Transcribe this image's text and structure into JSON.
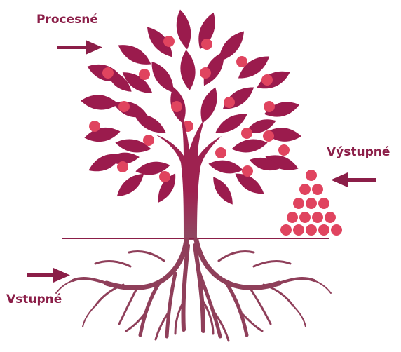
{
  "labels": {
    "process": "Procesné",
    "output": "Výstupné",
    "input": "Vstupné"
  },
  "colors": {
    "leaf": "#9b1b4d",
    "fruit": "#e0445f",
    "trunk": "#9e2250",
    "root": "#8f3f5a",
    "ground": "#8b1e48",
    "arrow": "#8b1e48",
    "label": "#8b1e48"
  },
  "icons": {
    "process_arrow": "arrow-right-icon",
    "output_arrow": "arrow-left-icon",
    "input_arrow": "arrow-right-icon"
  }
}
